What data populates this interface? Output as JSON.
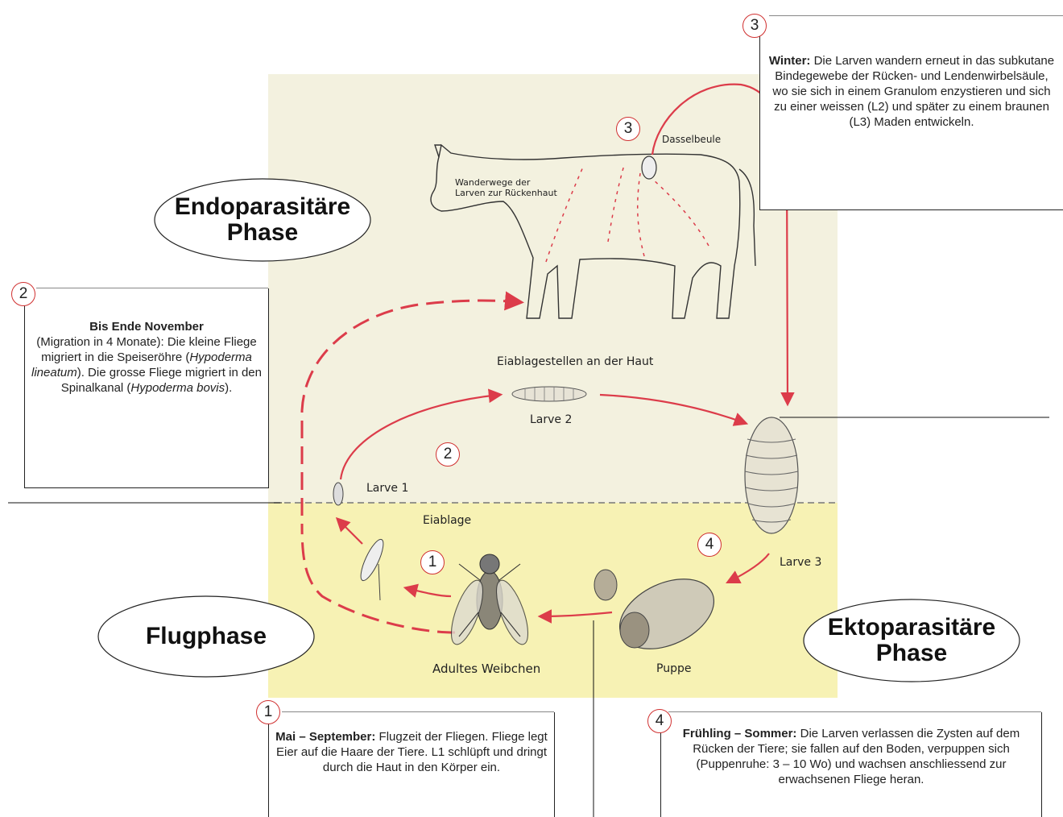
{
  "phases": {
    "endo": [
      "Endoparasitäre",
      "Phase"
    ],
    "flug": "Flugphase",
    "ekto": [
      "Ektoparasitäre",
      "Phase"
    ]
  },
  "labels": {
    "wanderwege": [
      "Wanderwege der",
      "Larven zur Rückenhaut"
    ],
    "dasselbeule": "Dasselbeule",
    "eiablagestellen": "Eiablagestellen an der Haut",
    "larve2": "Larve 2",
    "larve1": "Larve 1",
    "eiablage": "Eiablage",
    "larve3": "Larve 3",
    "adultes": "Adultes Weibchen",
    "puppe": "Puppe"
  },
  "numbers": {
    "n1": "1",
    "n2": "2",
    "n3": "3",
    "n4": "4"
  },
  "boxes": {
    "winter": {
      "bold": "Winter:",
      "text": " Die Larven wandern erneut in das subkutane Bindegewebe der Rücken- und Lendenwirbelsäule, wo sie sich in einem Granulom enzystieren und sich zu einer weissen (L2) und später zu einem braunen (L3) Maden entwickeln."
    },
    "november": {
      "bold": "Bis Ende November",
      "text1": "(Migration in 4 Monate): Die kleine Fliege migriert in die Speiseröhre (",
      "italic1": "Hypoderma lineatum",
      "text2": "). Die grosse Fliege migriert in den Spinalkanal (",
      "italic2": "Hypoderma bovis",
      "text3": ")."
    },
    "mai": {
      "bold": "Mai – September:",
      "text": " Flugzeit der Fliegen. Fliege legt Eier auf die Haare der Tiere. L1 schlüpft und dringt durch die Haut in den Körper ein."
    },
    "fruehling": {
      "bold": "Frühling – Sommer:",
      "text": " Die Larven verlassen die Zysten auf dem Rücken der Tiere; sie fallen auf den Boden, verpuppen sich (Puppenruhe: 3 – 10 Wo) und wachsen anschliessend zur erwachsenen Fliege heran."
    }
  },
  "colors": {
    "upper_bg": "#f3f1df",
    "lower_bg": "#f7f2b4",
    "arrow_red": "#dc3c4a",
    "circle_red": "#d03030"
  }
}
